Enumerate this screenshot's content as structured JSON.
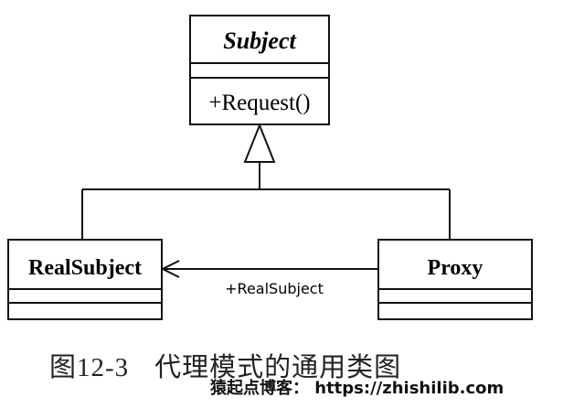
{
  "diagram": {
    "classes": {
      "subject": {
        "name": "Subject",
        "methods": [
          "+Request()"
        ]
      },
      "real_subject": {
        "name": "RealSubject"
      },
      "proxy": {
        "name": "Proxy"
      }
    },
    "association_label": "+RealSubject"
  },
  "caption": {
    "number": "图12-3",
    "text": "代理模式的通用类图"
  },
  "watermark": "猿起点博客： https://zhishilib.com"
}
